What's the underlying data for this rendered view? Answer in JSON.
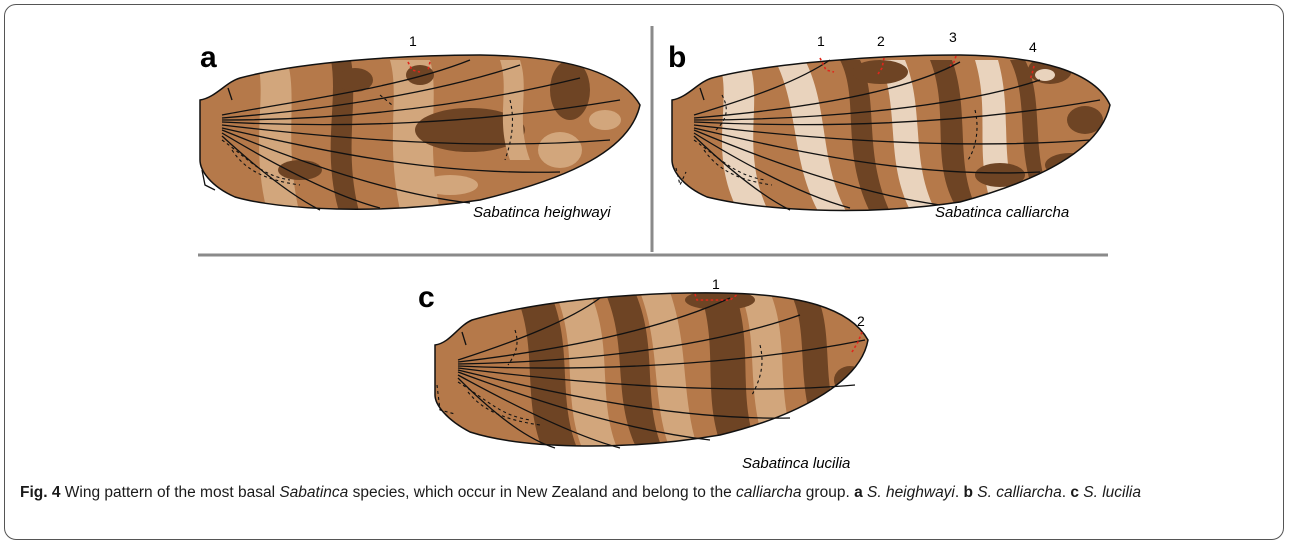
{
  "figure": {
    "panels": [
      {
        "letter": "a",
        "species": "Sabatinca heighwayi",
        "markers": [
          "1"
        ]
      },
      {
        "letter": "b",
        "species": "Sabatinca calliarcha",
        "markers": [
          "1",
          "2",
          "3",
          "4"
        ]
      },
      {
        "letter": "c",
        "species": "Sabatinca lucilia",
        "markers": [
          "1",
          "2"
        ]
      }
    ],
    "colors": {
      "wing_base": "#b5794a",
      "dark_band": "#6e4424",
      "light_band": "#d2a67c",
      "pale_band": "#e9d3bd",
      "divider": "#8a8a8a",
      "accent_red": "#e0261b"
    }
  },
  "caption": {
    "fig_label": "Fig. 4",
    "text_1": " Wing pattern of the most basal ",
    "genus": "Sabatinca",
    "text_2": " species, which occur in New Zealand and belong to the ",
    "group": "calliarcha",
    "text_3": " group. ",
    "a_letter": "a",
    "a_species": " S. heighwayi",
    "sep_1": ". ",
    "b_letter": "b",
    "b_species": " S. calliarcha",
    "sep_2": ". ",
    "c_letter": "c",
    "c_species": " S. lucilia"
  }
}
